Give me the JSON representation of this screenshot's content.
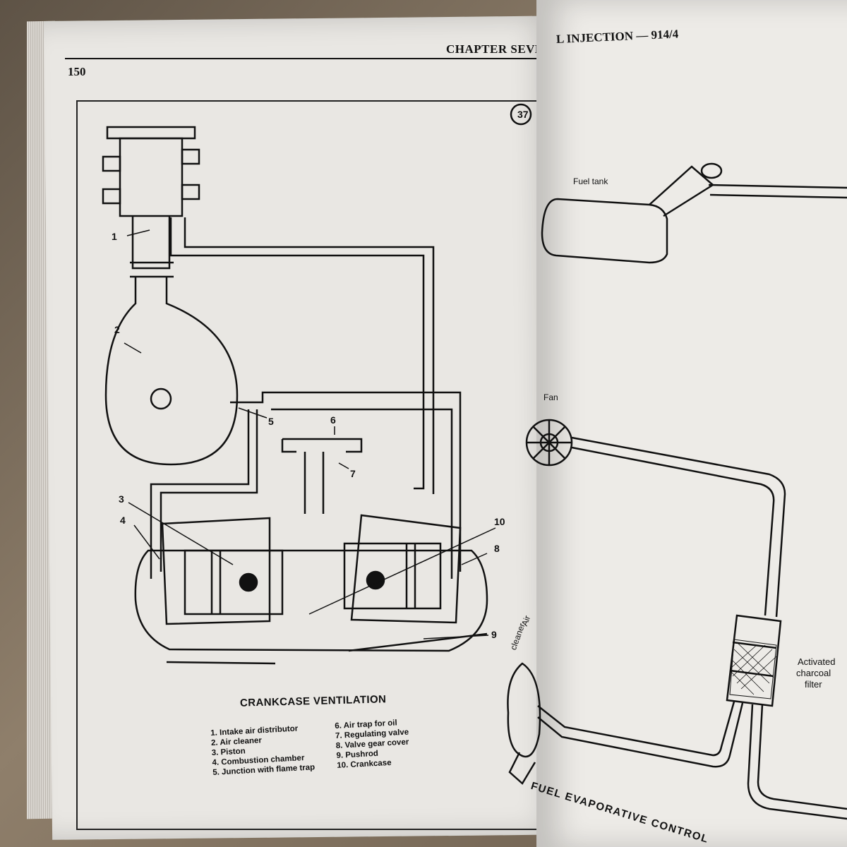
{
  "header": {
    "page_number": "150",
    "chapter": "CHAPTER SEVEN",
    "running_head": "L INJECTION — 914/4"
  },
  "figure_left": {
    "figure_number": "37",
    "title": "CRANKCASE VENTILATION",
    "callouts": [
      "1",
      "2",
      "3",
      "4",
      "5",
      "6",
      "7",
      "8",
      "9",
      "10"
    ],
    "legend_left": [
      "1.  Intake air distributor",
      "2.  Air cleaner",
      "3.  Piston",
      "4.  Combustion chamber",
      "5.  Junction with flame trap"
    ],
    "legend_right": [
      "6.  Air trap for oil",
      "7.  Regulating valve",
      "8.  Valve gear cover",
      "9.  Pushrod",
      "10. Crankcase"
    ]
  },
  "figure_right": {
    "labels": {
      "fuel_tank": "Fuel tank",
      "fan": "Fan",
      "air_cleaner_1": "Air",
      "air_cleaner_2": "cleaner",
      "charcoal_1": "Activated",
      "charcoal_2": "charcoal",
      "charcoal_3": "filter"
    },
    "title": "FUEL EVAPORATIVE CONTROL"
  }
}
